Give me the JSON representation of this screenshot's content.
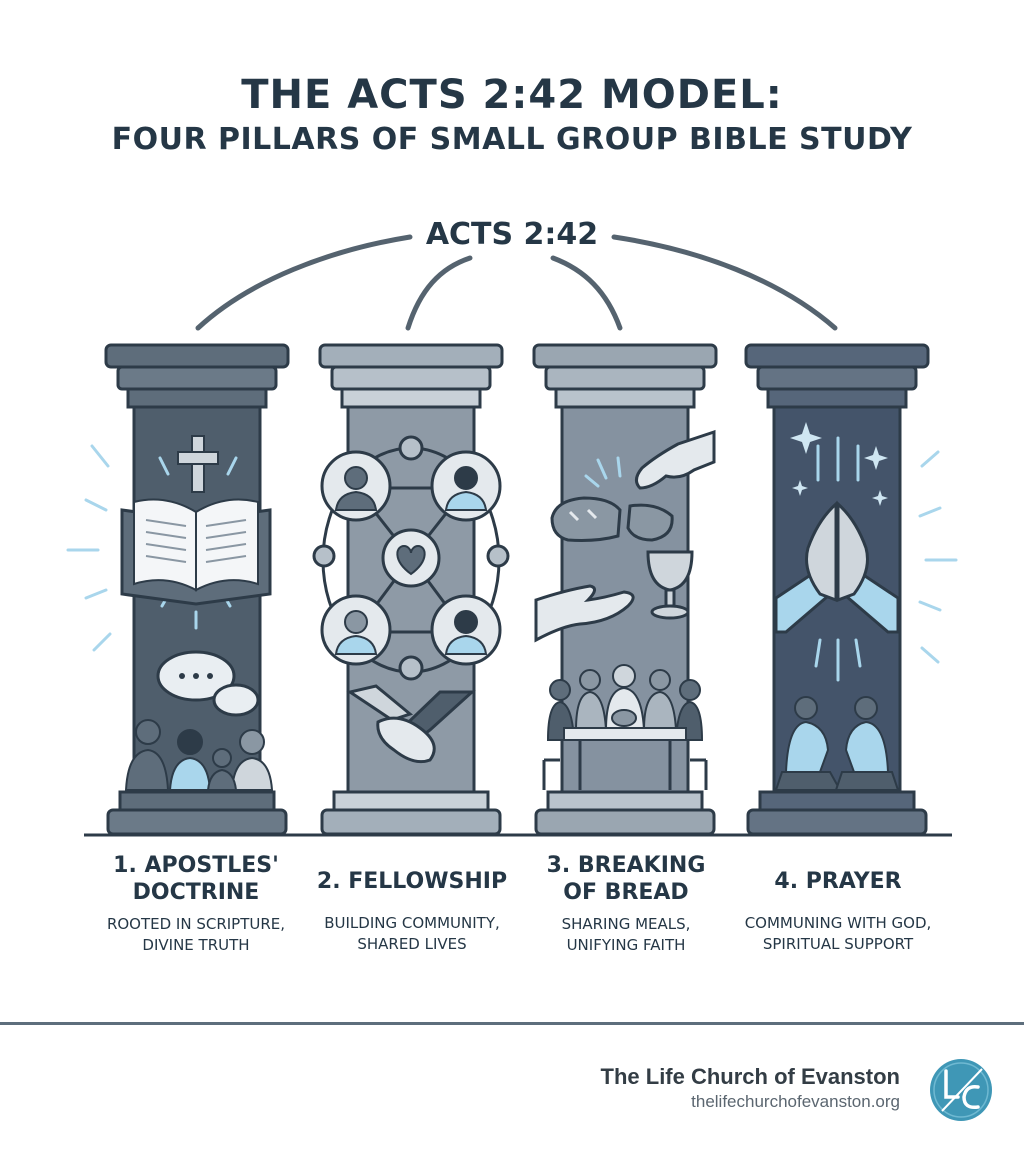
{
  "title": {
    "line1": "THE ACTS 2:42 MODEL:",
    "line2": "FOUR PILLARS OF SMALL GROUP BIBLE STUDY"
  },
  "arch_label": "ACTS 2:42",
  "pillars": [
    {
      "name_line1": "1. APOSTLES'",
      "name_line2": "DOCTRINE",
      "desc_line1": "ROOTED IN SCRIPTURE,",
      "desc_line2": "DIVINE TRUTH",
      "icon": "open-bible-icon"
    },
    {
      "name_line1": "2. FELLOWSHIP",
      "name_line2": "",
      "desc_line1": "BUILDING COMMUNITY,",
      "desc_line2": "SHARED LIVES",
      "icon": "community-network-icon"
    },
    {
      "name_line1": "3. BREAKING",
      "name_line2": "OF BREAD",
      "desc_line1": "SHARING MEALS,",
      "desc_line2": "UNIFYING FAITH",
      "icon": "bread-cup-icon"
    },
    {
      "name_line1": "4. PRAYER",
      "name_line2": "",
      "desc_line1": "COMMUNING WITH GOD,",
      "desc_line2": "SPIRITUAL SUPPORT",
      "icon": "praying-hands-icon"
    }
  ],
  "footer": {
    "org_name": "The Life Church of Evanston",
    "url": "thelifechurchofevanston.org",
    "logo_letters": "LC"
  },
  "colors": {
    "dark": "#2d3b48",
    "pillar1": "#5e6d7b",
    "pillar2": "#9aa6b1",
    "pillar3": "#8a97a3",
    "pillar4": "#4d5d6b",
    "accent": "#a9d6ec",
    "logo_teal": "#3f97b6"
  }
}
